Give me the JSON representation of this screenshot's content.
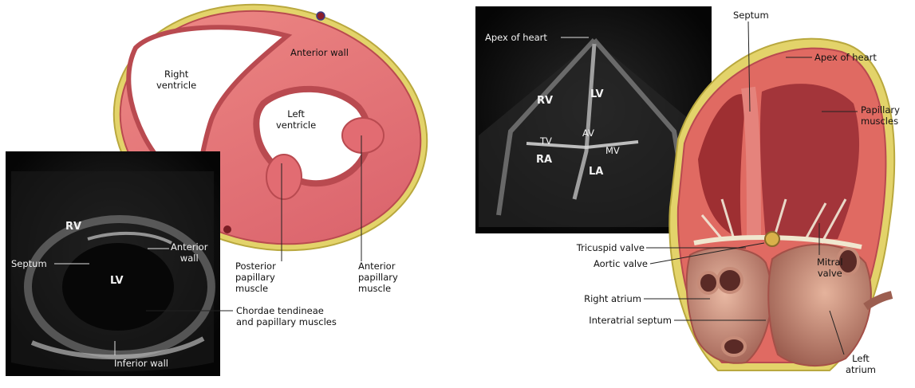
{
  "short_axis": {
    "right_ventricle": [
      "Right",
      "ventricle"
    ],
    "anterior_wall": "Anterior wall",
    "left_ventricle": [
      "Left",
      "ventricle"
    ],
    "posterior_papillary": [
      "Posterior",
      "papillary",
      "muscle"
    ],
    "anterior_papillary": [
      "Anterior",
      "papillary",
      "muscle"
    ],
    "chordae": [
      "Chordae tendineae",
      "and papillary muscles"
    ]
  },
  "echo_short": {
    "rv": "RV",
    "lv": "LV",
    "septum": "Septum",
    "anterior_wall": [
      "Anterior",
      "wall"
    ],
    "inferior_wall": "Inferior wall"
  },
  "echo_four": {
    "apex": "Apex of heart",
    "rv": "RV",
    "lv": "LV",
    "tv": "TV",
    "av": "AV",
    "mv": "MV",
    "ra": "RA",
    "la": "LA"
  },
  "four_chamber": {
    "septum": "Septum",
    "apex": "Apex of heart",
    "papillary": [
      "Papillary",
      "muscles"
    ],
    "tricuspid": "Tricuspid valve",
    "aortic": "Aortic valve",
    "right_atrium": "Right atrium",
    "interatrial": "Interatrial septum",
    "mitral": [
      "Mitral",
      "valve"
    ],
    "left_atrium": [
      "Left",
      "atrium"
    ]
  },
  "colors": {
    "muscle": "#e7787a",
    "muscle_dark": "#b94a50",
    "fat": "#e3d36a",
    "echo_bg": "#111111"
  }
}
